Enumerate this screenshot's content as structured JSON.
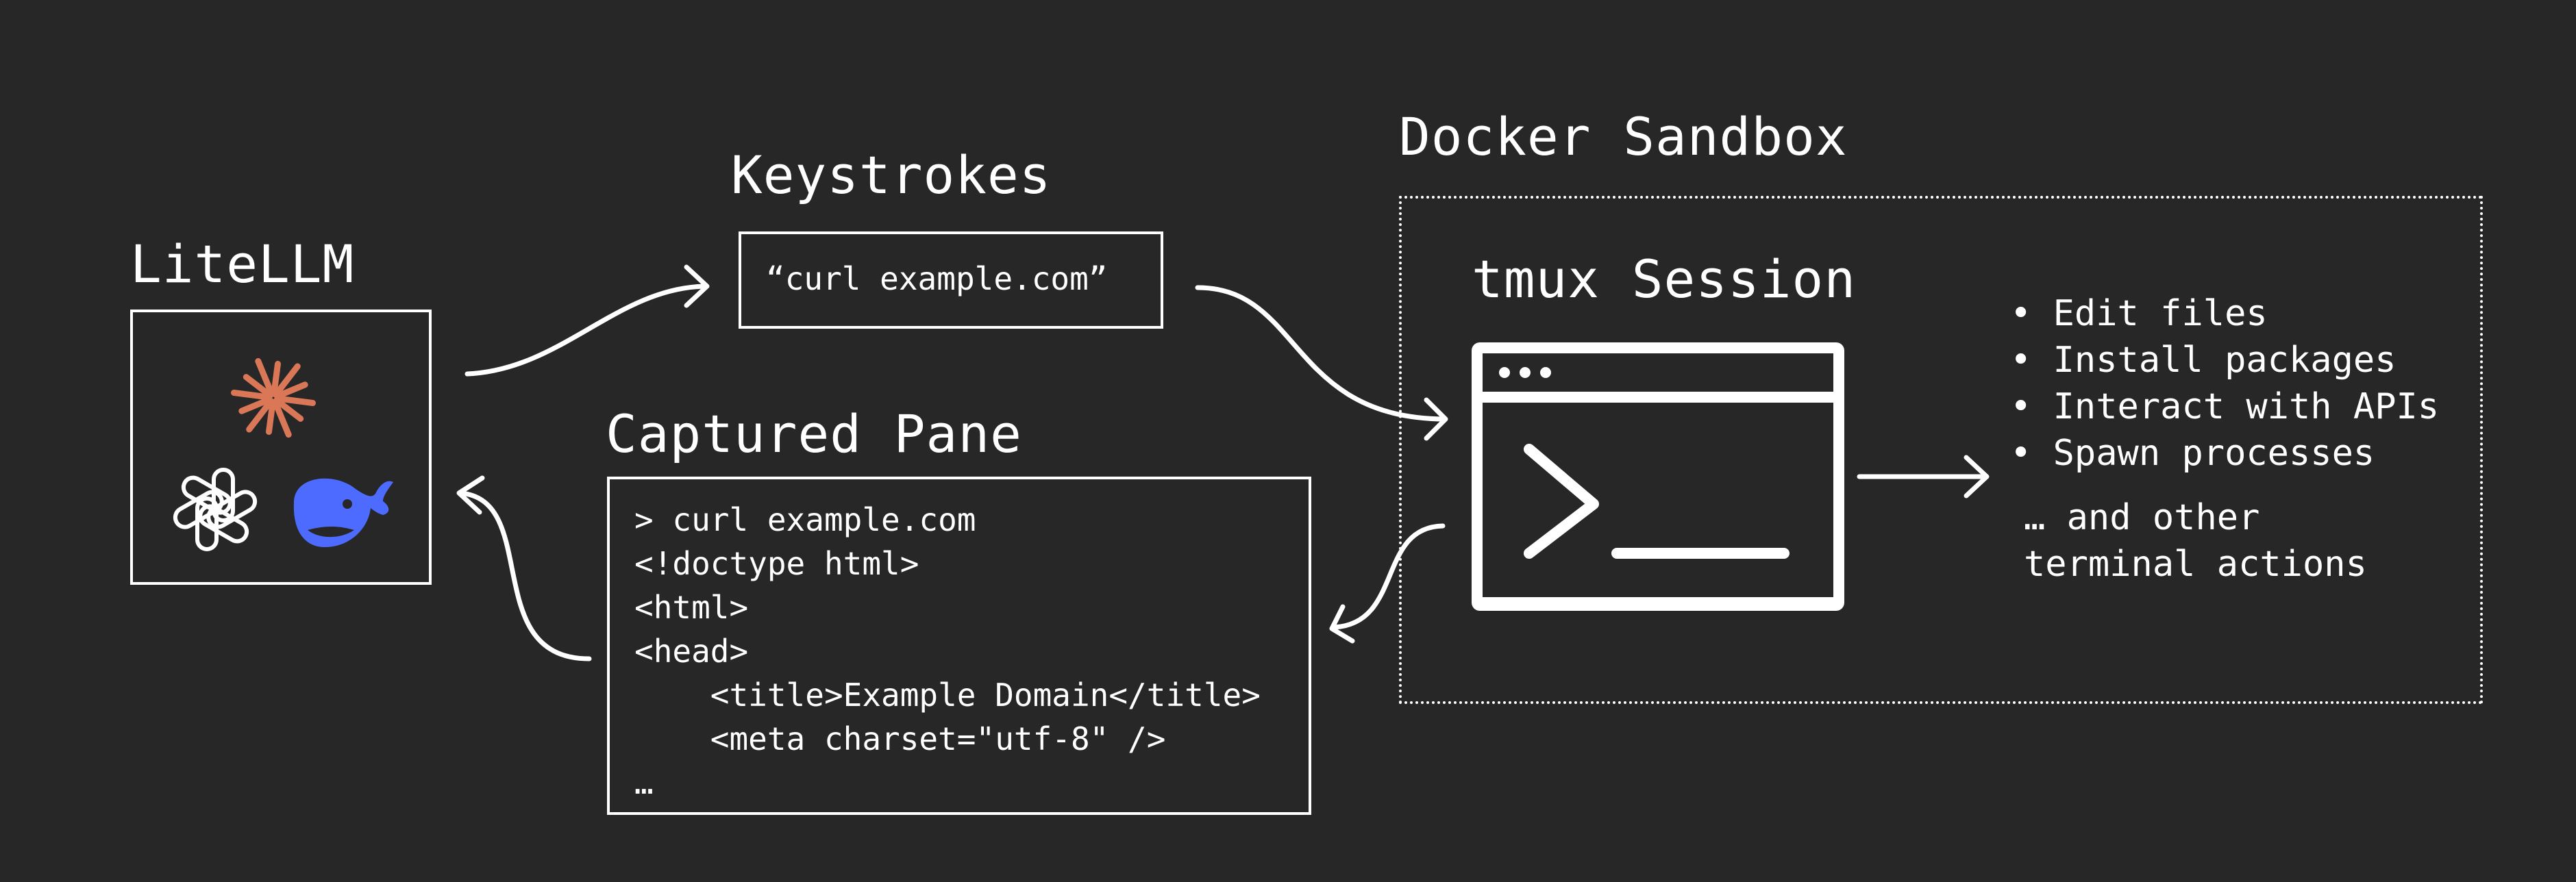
{
  "headings": {
    "litellm": "LiteLLM",
    "keystrokes": "Keystrokes",
    "captured_pane": "Captured Pane",
    "docker_sandbox": "Docker Sandbox",
    "tmux_session": "tmux Session"
  },
  "keystrokes_text": "“curl example.com”",
  "captured_pane_lines": [
    "> curl example.com",
    "<!doctype html>",
    "<html>",
    "<head>",
    "    <title>Example Domain</title>",
    "    <meta charset=\"utf-8\" />",
    "…"
  ],
  "actions": [
    "• Edit files",
    "• Install packages",
    "• Interact with APIs",
    "• Spawn processes"
  ],
  "other_actions": [
    " … and other",
    "terminal actions"
  ],
  "icons": {
    "anthropic": "anthropic-starburst-icon",
    "openai": "openai-knot-icon",
    "deepseek": "deepseek-whale-icon",
    "terminal": "terminal-window-icon"
  },
  "colors": {
    "background": "#272727",
    "foreground": "#ffffff",
    "anthropic": "#D97757",
    "deepseek": "#4D6BFE"
  }
}
